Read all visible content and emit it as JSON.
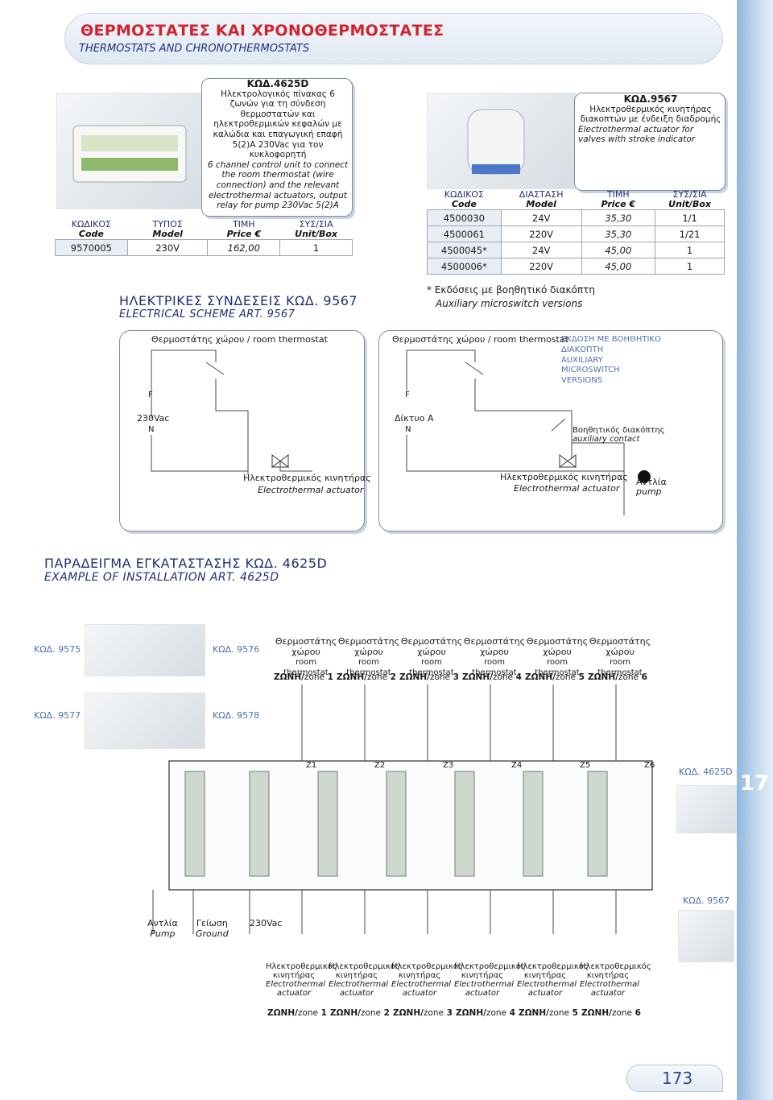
{
  "header": {
    "title": "ΘΕΡΜΟΣΤΑΤΕΣ ΚΑΙ ΧΡΟΝΟΘΕΡΜΟΣΤΑΤΕΣ",
    "subtitle": "THERMOSTATS AND CHRONOTHERMOSTATS"
  },
  "product_4625d": {
    "code_title": "ΚΩΔ.4625D",
    "desc_gr": "Ηλεκτρολογικός πίνακας 6 ζωνών για τη σύνδεση θερμοστατών και ηλεκτροθερμικών κεφαλών με καλώδια και επαγωγική επαφή 5(2)A 230Vac για τον κυκλοφορητή",
    "desc_en": "6 channel control unit to connect the room thermostat (wire connection) and the relevant electrothermal actuators, output relay for pump 230Vac 5(2)A",
    "headers": [
      {
        "gr": "ΚΩΔΙΚΟΣ",
        "en": "Code"
      },
      {
        "gr": "ΤΥΠΟΣ",
        "en": "Model"
      },
      {
        "gr": "ΤΙΜΗ",
        "en": "Price €"
      },
      {
        "gr": "ΣΥΣ/ΣΙΑ",
        "en": "Unit/Box"
      }
    ],
    "rows": [
      [
        "9570005",
        "230V",
        "162,00",
        "1"
      ]
    ]
  },
  "product_9567": {
    "code_title": "ΚΩΔ.9567",
    "desc_gr": "Ηλεκτροθερμικός κινητήρας διακοπτών με ένδειξη διαδρομής",
    "desc_en": "Electrothermal actuator for valves with stroke indicator",
    "headers": [
      {
        "gr": "ΚΩΔΙΚΟΣ",
        "en": "Code"
      },
      {
        "gr": "ΔΙΑΣΤΑΣΗ",
        "en": "Model"
      },
      {
        "gr": "ΤΙΜΗ",
        "en": "Price €"
      },
      {
        "gr": "ΣΥΣ/ΣΙΑ",
        "en": "Unit/Box"
      }
    ],
    "rows": [
      [
        "4500030",
        "24V",
        "35,30",
        "1/1"
      ],
      [
        "4500061",
        "220V",
        "35,30",
        "1/21"
      ],
      [
        "4500045*",
        "24V",
        "45,00",
        "1"
      ],
      [
        "4500006*",
        "220V",
        "45,00",
        "1"
      ]
    ],
    "note_gr": "* Εκδόσεις με βοηθητικό διακόπτη",
    "note_en": "Auxiliary microswitch versions"
  },
  "scheme": {
    "title": "ΗΛΕΚΤΡΙΚΕΣ ΣΥΝΔΕΣΕΙΣ ΚΩΔ. 9567",
    "subtitle": "ELECTRICAL SCHEME ART. 9567",
    "left": {
      "thermostat": "Θερμοστάτης χώρου / room thermostat",
      "supply": "230Vac",
      "actuator_gr": "Ηλεκτροθερμικός κινητήρας",
      "actuator_en": "Electrothermal actuator"
    },
    "right": {
      "thermostat": "Θερμοστάτης χώρου / room thermostat",
      "network": "Δίκτυο A",
      "aux_gr": "Βοηθητικός διακόπτης",
      "aux_en": "auxiliary contact",
      "actuator_gr": "Ηλεκτροθερμικός κινητήρας",
      "actuator_en": "Electrothermal actuator",
      "pump_gr": "Αντλία",
      "pump_en": "pump",
      "version_note": [
        "ΕΚΔΟΣΗ ΜΕ ΒΟΗΘΗΤΙΚΟ",
        "ΔΙΑΚΟΠΤΗ",
        "AUXILIARY",
        "MICROSWITCH",
        "VERSIONS"
      ]
    },
    "terminal_labels": [
      "F",
      "N"
    ]
  },
  "installation": {
    "title": "ΠΑΡΑΔΕΙΓΜΑ ΕΓΚΑΤΑΣΤΑΣΗΣ ΚΩΔ. 4625D",
    "subtitle": "EXAMPLE OF INSTALLATION ART. 4625D",
    "codes": [
      "ΚΩΔ. 9575",
      "ΚΩΔ. 9576",
      "ΚΩΔ. 9577",
      "ΚΩΔ. 9578",
      "ΚΩΔ. 4625D",
      "ΚΩΔ. 9567"
    ],
    "thermostat_gr": "Θερμοστάτης χώρου",
    "thermostat_en": "room thermostat",
    "zones_top": [
      "1",
      "2",
      "3",
      "4",
      "5",
      "6"
    ],
    "zone_word_gr": "ΖΩΝΗ/",
    "zone_word_en": "zone",
    "board_labels": [
      "Z1",
      "Z2",
      "Z3",
      "Z4",
      "Z5",
      "Z6"
    ],
    "bottom_left": [
      {
        "gr": "Αντλία",
        "en": "Pump"
      },
      {
        "gr": "Γείωση",
        "en": "Ground"
      },
      {
        "gr": "230Vac",
        "en": ""
      }
    ],
    "actuator_gr": "Ηλεκτροθερμικός κινητήρας",
    "actuator_en": "Electrothermal actuator"
  },
  "page": {
    "side_number": "17",
    "page_number": "173"
  },
  "colors": {
    "accent_red": "#d0232e",
    "navy": "#1f2f7a",
    "sidebar": "#8fb7dd"
  }
}
